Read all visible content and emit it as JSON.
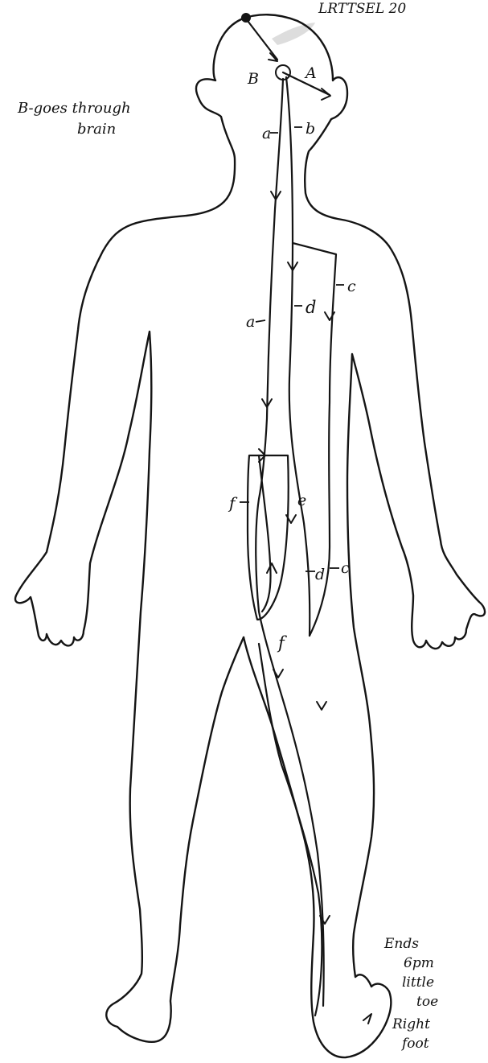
{
  "title": "LRTTSEL 20",
  "note_left": [
    "B-goes through",
    "brain"
  ],
  "labels": {
    "A": "A",
    "B": "B",
    "a": "a",
    "b": "b",
    "c": "c",
    "d": "d",
    "e": "e",
    "f": "f"
  },
  "note_right": [
    "Ends",
    "6pm",
    "little",
    "toe",
    "Right",
    "foot"
  ],
  "colors": {
    "ink": "#141414",
    "background": "#ffffff",
    "smudge": "#bdbdbd"
  }
}
